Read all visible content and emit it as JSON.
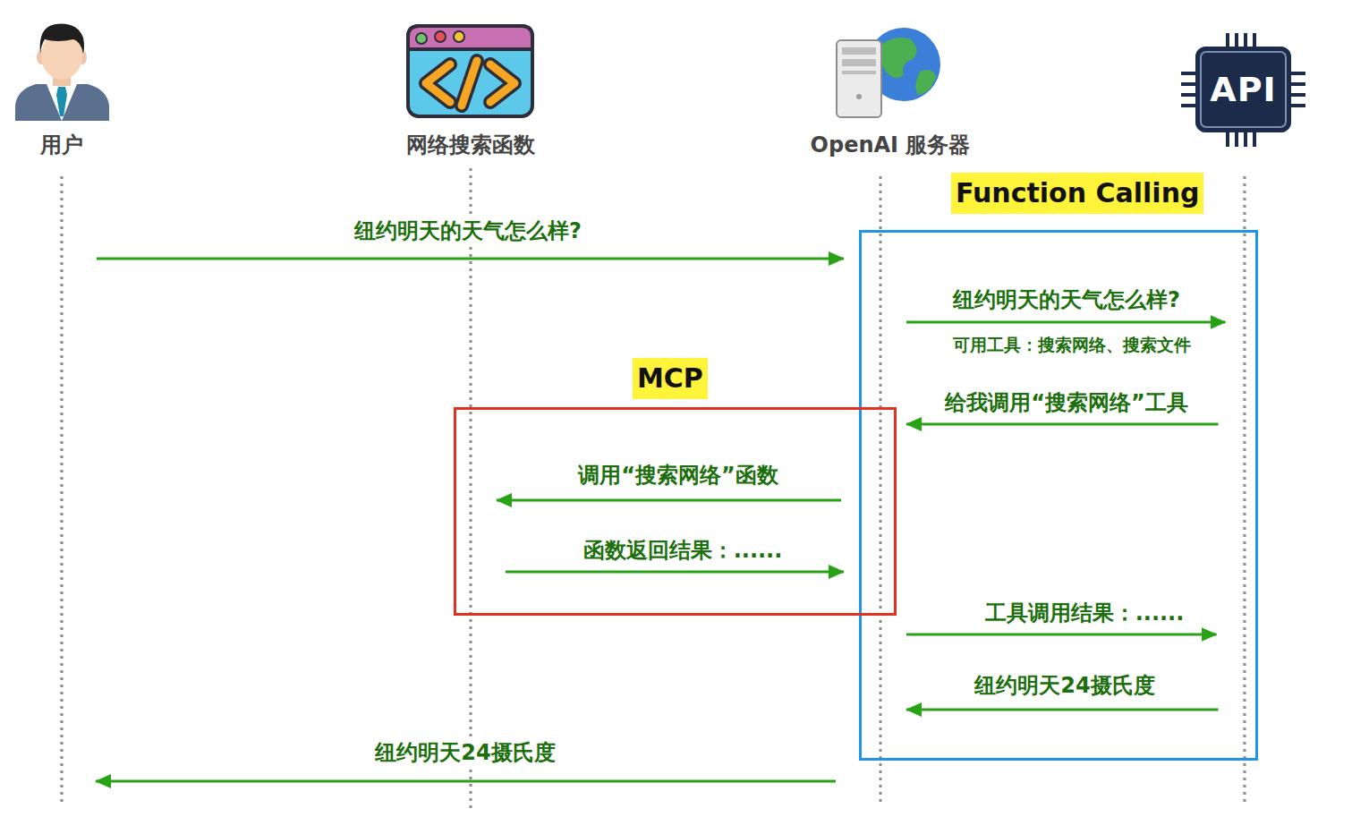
{
  "diagram": {
    "nodes": [
      {
        "text": [
          "用户"
        ]
      },
      {
        "text": [
          "网络搜索函数"
        ]
      },
      {
        "text": [
          "OpenAI 服务器"
        ]
      },
      {
        "text": [
          "API"
        ]
      },
      {
        "text": [
          "Function Calling"
        ]
      },
      {
        "text": [
          "MCP"
        ]
      }
    ],
    "edges": [
      {
        "from": 0,
        "to": 2,
        "label": "纽约明天的天气怎么样?",
        "arrow": "to"
      },
      {
        "from": 2,
        "to": 3,
        "label": "纽约明天的天气怎么样?",
        "arrow": "to"
      },
      {
        "from": 3,
        "to": 2,
        "label": "给我调用“搜索网络”工具",
        "arrow": "to"
      },
      {
        "from": 2,
        "to": 1,
        "label": "调用“搜索网络”函数",
        "arrow": "to"
      },
      {
        "from": 1,
        "to": 2,
        "label": "函数返回结果：......",
        "arrow": "to"
      },
      {
        "from": 2,
        "to": 3,
        "label": "工具调用结果：......",
        "arrow": "to"
      },
      {
        "from": 3,
        "to": 2,
        "label": "纽约明天24摄氏度",
        "arrow": "to"
      },
      {
        "from": 2,
        "to": 0,
        "label": "纽约明天24摄氏度",
        "arrow": "to"
      }
    ],
    "labels": [
      "可用工具：搜索网络、搜索文件"
    ]
  }
}
